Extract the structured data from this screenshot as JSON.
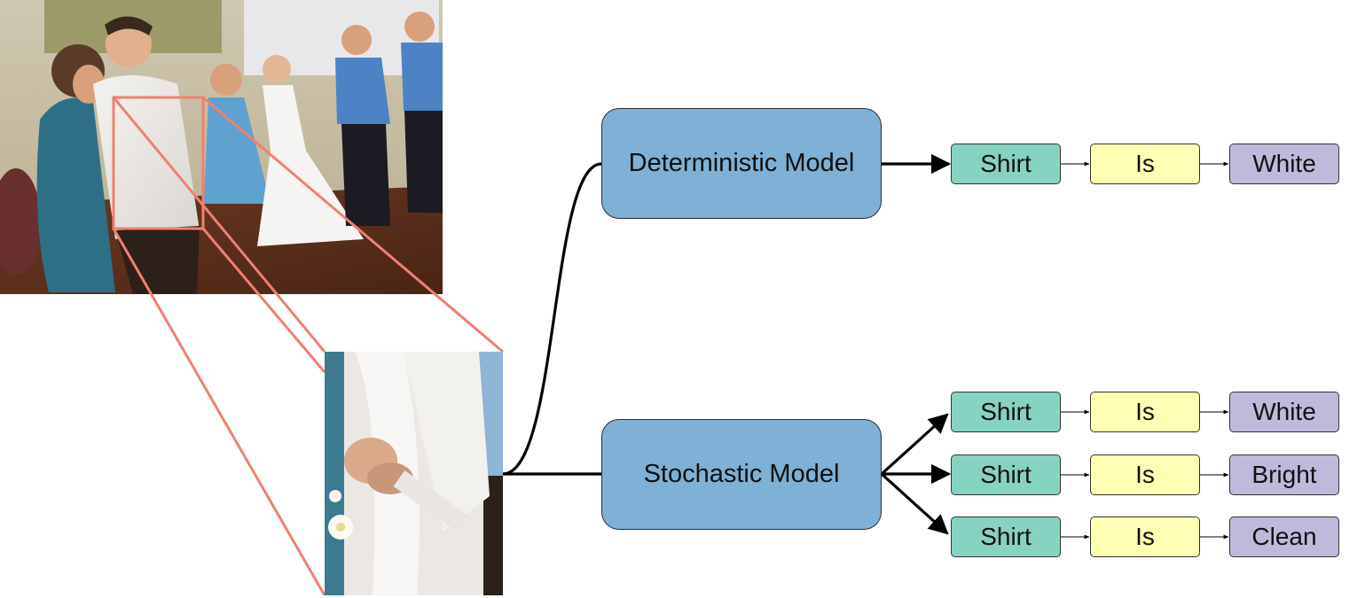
{
  "colors": {
    "model_fill": "#7fb0d5",
    "noun_fill": "#86d3c2",
    "verb_fill": "#ffffb3",
    "adjective_fill": "#bebadb",
    "highlight_stroke": "#f08070",
    "connector_stroke": "#000000"
  },
  "photo": {
    "icon": "wedding-dance-photo",
    "crop_icon": "shirt-closeup-photo"
  },
  "deterministic": {
    "label": "Deterministic Model",
    "captions": [
      {
        "words": [
          "Shirt",
          "Is",
          "White"
        ]
      }
    ]
  },
  "stochastic": {
    "label": "Stochastic Model",
    "captions": [
      {
        "words": [
          "Shirt",
          "Is",
          "White"
        ]
      },
      {
        "words": [
          "Shirt",
          "Is",
          "Bright"
        ]
      },
      {
        "words": [
          "Shirt",
          "Is",
          "Clean"
        ]
      }
    ]
  }
}
